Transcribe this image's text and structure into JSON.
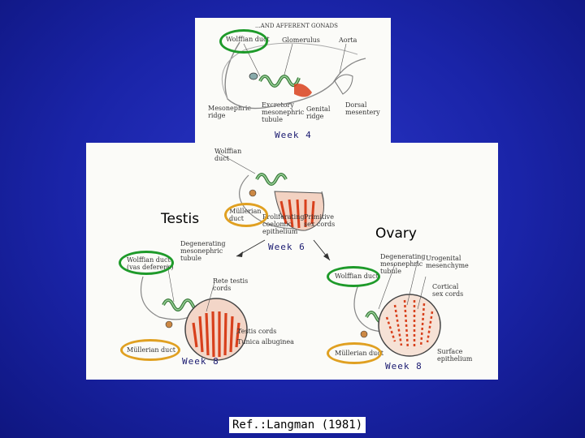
{
  "top_panel": {
    "header": "...AND AFFERENT GONADS",
    "labels": {
      "wolffian_duct": "Wolffian duct",
      "glomerulus": "Glomerulus",
      "aorta": "Aorta",
      "mesonephric_ridge": "Mesonephric\nridge",
      "excretory_tubule": "Excretory\nmesonephric\ntubule",
      "genital_ridge": "Genital\nridge",
      "dorsal_mesentery": "Dorsal\nmesentery"
    },
    "week": "Week 4"
  },
  "main_panel": {
    "labels": {
      "wolffian_duct_top": "Wolffian\nduct",
      "mullerian_duct_top": "Müllerian\nduct",
      "proliferating_epithelium": "Proliferating\ncoelomic\nepithelium",
      "primitive_sex_cords": "Primitive\nsex cords",
      "degenerating_tubule_left": "Degenerating\nmesonephric\ntubule",
      "wolffian_vas": "Wolffian duct\n(vas deferens)",
      "rete_testis": "Rete testis\ncords",
      "testis_cords": "Testis cords",
      "tunica_albuginea": "Tunica albuginea",
      "mullerian_left": "Müllerian duct",
      "degenerating_tubule_right": "Degenerating\nmesonephric\ntubule",
      "urogenital_mesenchyme": "Urogenital\nmesenchyme",
      "wolffian_right": "Wolffian duct",
      "cortical_sex_cords": "Cortical\nsex cords",
      "mullerian_right": "Müllerian duct",
      "surface_epithelium": "Surface\nepithelium"
    },
    "week_mid": "Week 6",
    "week_left": "Week 8",
    "week_right": "Week 8"
  },
  "testis_label": "Testis",
  "ovary_label": "Ovary",
  "reference": "Ref.:Langman (1981)",
  "colors": {
    "background": "#1a24a8",
    "green_ring": "#1e9a2a",
    "orange_ring": "#e0a021",
    "cords_red": "#d8401c"
  }
}
